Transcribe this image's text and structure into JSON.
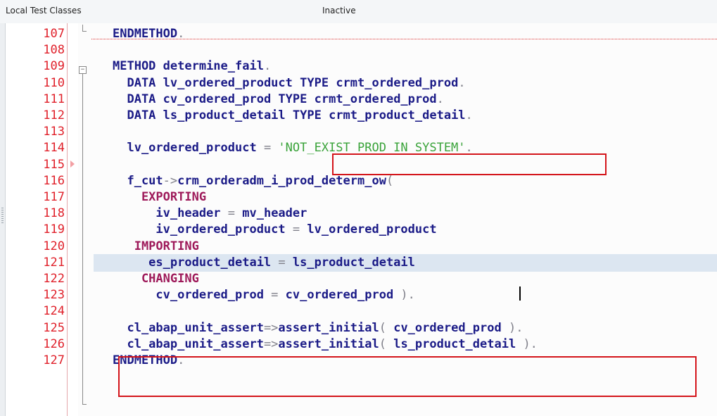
{
  "header": {
    "section_label": "Local Test Classes",
    "status": "Inactive"
  },
  "lines": [
    {
      "num": "107",
      "tokens": [
        {
          "t": "ENDMETHOD",
          "c": "kw"
        },
        {
          "t": ".",
          "c": "op"
        }
      ]
    },
    {
      "num": "108",
      "tokens": []
    },
    {
      "num": "109",
      "tokens": [
        {
          "t": "METHOD ",
          "c": "kw"
        },
        {
          "t": "determine_fail",
          "c": "kw"
        },
        {
          "t": ".",
          "c": "op"
        }
      ]
    },
    {
      "num": "110",
      "tokens": [
        {
          "t": "  DATA ",
          "c": "kw"
        },
        {
          "t": "lv_ordered_product ",
          "c": "kw"
        },
        {
          "t": "TYPE ",
          "c": "kw"
        },
        {
          "t": "crmt_ordered_prod",
          "c": "kw"
        },
        {
          "t": ".",
          "c": "op"
        }
      ]
    },
    {
      "num": "111",
      "tokens": [
        {
          "t": "  DATA ",
          "c": "kw"
        },
        {
          "t": "cv_ordered_prod ",
          "c": "kw"
        },
        {
          "t": "TYPE ",
          "c": "kw"
        },
        {
          "t": "crmt_ordered_prod",
          "c": "kw"
        },
        {
          "t": ".",
          "c": "op"
        }
      ]
    },
    {
      "num": "112",
      "tokens": [
        {
          "t": "  DATA ",
          "c": "kw"
        },
        {
          "t": "ls_product_detail ",
          "c": "kw"
        },
        {
          "t": "TYPE ",
          "c": "kw"
        },
        {
          "t": "crmt_product_detail",
          "c": "kw"
        },
        {
          "t": ".",
          "c": "op"
        }
      ]
    },
    {
      "num": "113",
      "tokens": []
    },
    {
      "num": "114",
      "tokens": [
        {
          "t": "  lv_ordered_product ",
          "c": "kw"
        },
        {
          "t": "= ",
          "c": "op"
        },
        {
          "t": "'NOT_EXIST_PROD_IN_SYSTEM'",
          "c": "str"
        },
        {
          "t": ".",
          "c": "op"
        }
      ]
    },
    {
      "num": "115",
      "tokens": []
    },
    {
      "num": "116",
      "tokens": [
        {
          "t": "  f_cut",
          "c": "kw"
        },
        {
          "t": "->",
          "c": "op"
        },
        {
          "t": "crm_orderadm_i_prod_determ_ow",
          "c": "kw"
        },
        {
          "t": "(",
          "c": "op"
        }
      ]
    },
    {
      "num": "117",
      "tokens": [
        {
          "t": "    EXPORTING",
          "c": "kw",
          "color": "#9e1a5a"
        }
      ]
    },
    {
      "num": "118",
      "tokens": [
        {
          "t": "      iv_header ",
          "c": "kw"
        },
        {
          "t": "= ",
          "c": "op"
        },
        {
          "t": "mv_header",
          "c": "kw"
        }
      ]
    },
    {
      "num": "119",
      "tokens": [
        {
          "t": "      iv_ordered_product ",
          "c": "kw"
        },
        {
          "t": "= ",
          "c": "op"
        },
        {
          "t": "lv_ordered_product",
          "c": "kw"
        }
      ]
    },
    {
      "num": "120",
      "tokens": [
        {
          "t": "   IMPORTING",
          "c": "kw",
          "color": "#9e1a5a"
        }
      ]
    },
    {
      "num": "121",
      "tokens": [
        {
          "t": "     es_product_detail ",
          "c": "kw"
        },
        {
          "t": "= ",
          "c": "op"
        },
        {
          "t": "ls_product_detail",
          "c": "kw"
        }
      ]
    },
    {
      "num": "122",
      "tokens": [
        {
          "t": "    CHANGING",
          "c": "kw",
          "color": "#9e1a5a"
        }
      ]
    },
    {
      "num": "123",
      "tokens": [
        {
          "t": "      cv_ordered_prod ",
          "c": "kw"
        },
        {
          "t": "= ",
          "c": "op"
        },
        {
          "t": "cv_ordered_prod ",
          "c": "kw"
        },
        {
          "t": ").",
          "c": "op"
        }
      ]
    },
    {
      "num": "124",
      "tokens": []
    },
    {
      "num": "125",
      "tokens": [
        {
          "t": "  cl_abap_unit_assert",
          "c": "kw"
        },
        {
          "t": "=>",
          "c": "op"
        },
        {
          "t": "assert_initial",
          "c": "kw"
        },
        {
          "t": "( ",
          "c": "op"
        },
        {
          "t": "cv_ordered_prod ",
          "c": "kw"
        },
        {
          "t": ").",
          "c": "op"
        }
      ]
    },
    {
      "num": "126",
      "tokens": [
        {
          "t": "  cl_abap_unit_assert",
          "c": "kw"
        },
        {
          "t": "=>",
          "c": "op"
        },
        {
          "t": "assert_initial",
          "c": "kw"
        },
        {
          "t": "( ",
          "c": "op"
        },
        {
          "t": "ls_product_detail ",
          "c": "kw"
        },
        {
          "t": ").",
          "c": "op"
        }
      ]
    },
    {
      "num": "127",
      "tokens": [
        {
          "t": "ENDMETHOD",
          "c": "kw"
        },
        {
          "t": ".",
          "c": "op"
        }
      ]
    }
  ]
}
